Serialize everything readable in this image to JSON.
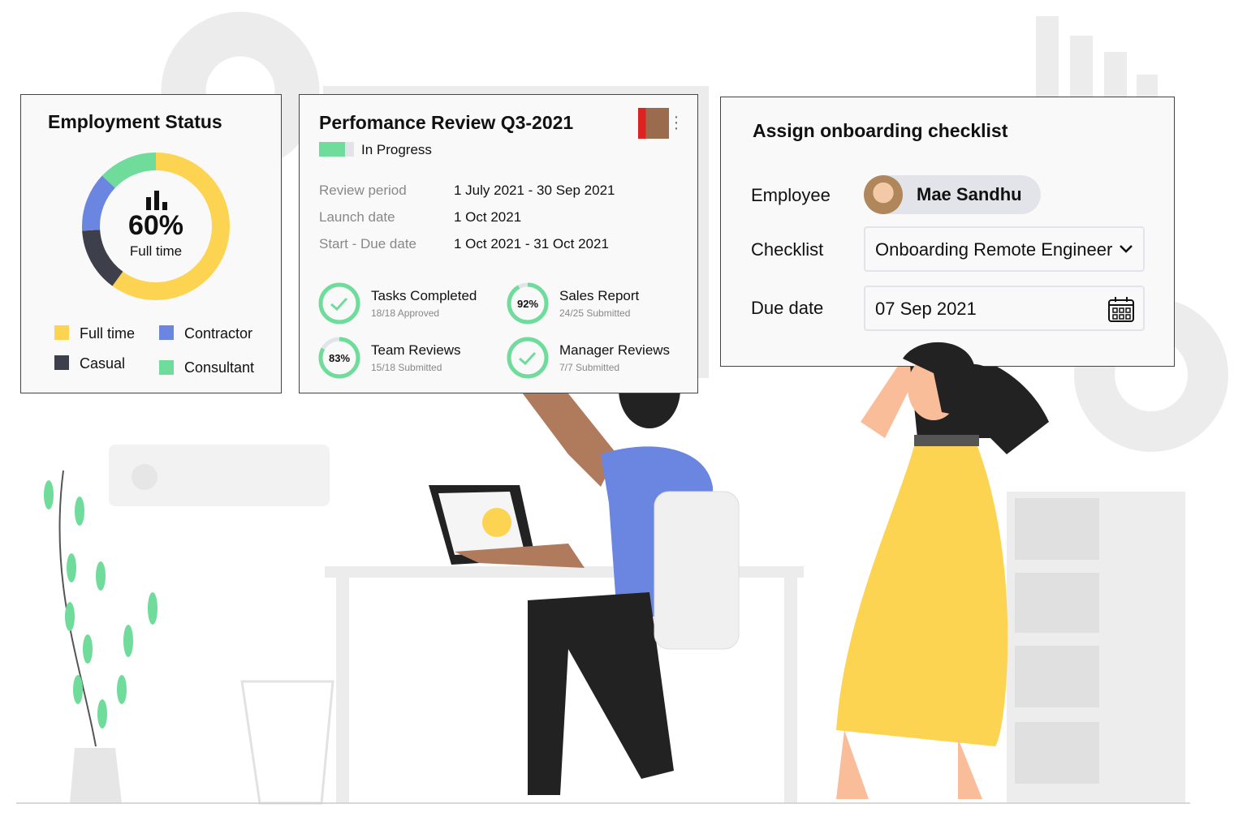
{
  "employment_status": {
    "title": "Employment Status",
    "center_percent": "60%",
    "center_label": "Full time",
    "chart_icon": "bar-chart-icon",
    "segments": [
      {
        "label": "Full time",
        "fraction": 0.6,
        "color": "#fdd452"
      },
      {
        "label": "Casual",
        "fraction": 0.14,
        "color": "#3d3f4b"
      },
      {
        "label": "Contractor",
        "fraction": 0.13,
        "color": "#6a86e0"
      },
      {
        "label": "Consultant",
        "fraction": 0.13,
        "color": "#6fdc9b"
      }
    ]
  },
  "performance_review": {
    "title": "Perfomance Review Q3-2021",
    "status": "In Progress",
    "status_progress": 0.75,
    "details": [
      {
        "label": "Review period",
        "value": "1 July 2021 - 30 Sep 2021"
      },
      {
        "label": "Launch date",
        "value": "1 Oct 2021"
      },
      {
        "label": "Start - Due date",
        "value": "1 Oct 2021 - 31 Oct 2021"
      }
    ],
    "metrics": [
      {
        "title": "Tasks Completed",
        "sub": "18/18 Approved",
        "percent": 100,
        "badge": "check"
      },
      {
        "title": "Sales Report",
        "sub": "24/25 Submitted",
        "percent": 92,
        "badge": "92%"
      },
      {
        "title": "Team Reviews",
        "sub": "15/18 Submitted",
        "percent": 83,
        "badge": "83%"
      },
      {
        "title": "Manager Reviews",
        "sub": "7/7 Submitted",
        "percent": 100,
        "badge": "check"
      }
    ],
    "more_icon": "more-vertical-icon"
  },
  "onboarding": {
    "title": "Assign onboarding checklist",
    "employee_label": "Employee",
    "employee_name": "Mae Sandhu",
    "checklist_label": "Checklist",
    "checklist_value": "Onboarding Remote Engineer",
    "due_label": "Due date",
    "due_value": "07 Sep 2021"
  },
  "colors": {
    "green": "#6fdc9b",
    "yellow": "#fdd452",
    "blue": "#6a86e0",
    "dark": "#3d3f4b"
  }
}
